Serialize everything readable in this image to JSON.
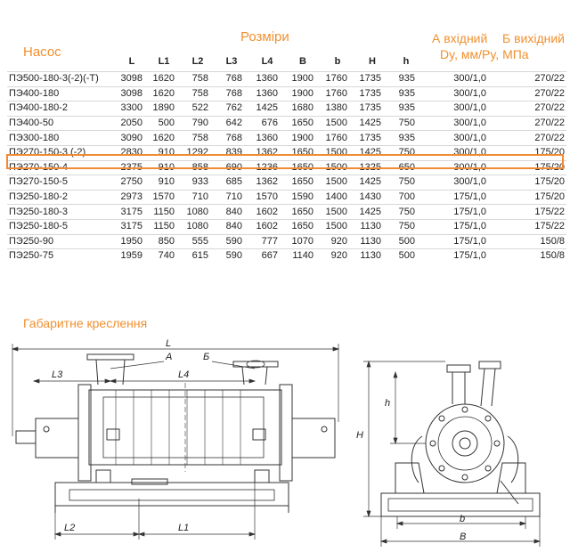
{
  "headers": {
    "pump": "Насос",
    "dimensions": "Розміри",
    "a_inlet": "А вхідний",
    "b_outlet": "Б вихідний",
    "units": "Dy, мм/Py, МПа"
  },
  "columns": [
    "L",
    "L1",
    "L2",
    "L3",
    "L4",
    "B",
    "b",
    "H",
    "h"
  ],
  "rows": [
    {
      "name": "ПЭ500-180-3(-2)(-Т)",
      "v": [
        "3098",
        "1620",
        "758",
        "768",
        "1360",
        "1900",
        "1760",
        "1735",
        "935"
      ],
      "a": "300/1,0",
      "b": "270/22"
    },
    {
      "name": "ПЭ400-180",
      "v": [
        "3098",
        "1620",
        "758",
        "768",
        "1360",
        "1900",
        "1760",
        "1735",
        "935"
      ],
      "a": "300/1,0",
      "b": "270/22"
    },
    {
      "name": "ПЭ400-180-2",
      "v": [
        "3300",
        "1890",
        "522",
        "762",
        "1425",
        "1680",
        "1380",
        "1735",
        "935"
      ],
      "a": "300/1,0",
      "b": "270/22"
    },
    {
      "name": "ПЭ400-50",
      "v": [
        "2050",
        "500",
        "790",
        "642",
        "676",
        "1650",
        "1500",
        "1425",
        "750"
      ],
      "a": "300/1,0",
      "b": "270/22"
    },
    {
      "name": "ПЭ300-180",
      "v": [
        "3090",
        "1620",
        "758",
        "768",
        "1360",
        "1900",
        "1760",
        "1735",
        "935"
      ],
      "a": "300/1,0",
      "b": "270/22"
    },
    {
      "name": "ПЭ270-150-3 (-2)",
      "v": [
        "2830",
        "910",
        "1292",
        "839",
        "1362",
        "1650",
        "1500",
        "1425",
        "750"
      ],
      "a": "300/1,0",
      "b": "175/20"
    },
    {
      "name": "ПЭ270-150-4",
      "v": [
        "2375",
        "910",
        "858",
        "690",
        "1236",
        "1650",
        "1500",
        "1325",
        "650"
      ],
      "a": "300/1,0",
      "b": "175/20"
    },
    {
      "name": "ПЭ270-150-5",
      "v": [
        "2750",
        "910",
        "933",
        "685",
        "1362",
        "1650",
        "1500",
        "1425",
        "750"
      ],
      "a": "300/1,0",
      "b": "175/20"
    },
    {
      "name": "ПЭ250-180-2",
      "v": [
        "2973",
        "1570",
        "710",
        "710",
        "1570",
        "1590",
        "1400",
        "1430",
        "700"
      ],
      "a": "175/1,0",
      "b": "175/20"
    },
    {
      "name": "ПЭ250-180-3",
      "v": [
        "3175",
        "1150",
        "1080",
        "840",
        "1602",
        "1650",
        "1500",
        "1425",
        "750"
      ],
      "a": "175/1,0",
      "b": "175/22"
    },
    {
      "name": "ПЭ250-180-5",
      "v": [
        "3175",
        "1150",
        "1080",
        "840",
        "1602",
        "1650",
        "1500",
        "1130",
        "750"
      ],
      "a": "175/1,0",
      "b": "175/22"
    },
    {
      "name": "ПЭ250-90",
      "v": [
        "1950",
        "850",
        "555",
        "590",
        "777",
        "1070",
        "920",
        "1130",
        "500"
      ],
      "a": "175/1,0",
      "b": "150/8"
    },
    {
      "name": "ПЭ250-75",
      "v": [
        "1959",
        "740",
        "615",
        "590",
        "667",
        "1140",
        "920",
        "1130",
        "500"
      ],
      "a": "175/1,0",
      "b": "150/8"
    }
  ],
  "highlighted_row": "ПЭ270-150-3 (-2)",
  "drawing": {
    "title": "Габаритне креслення",
    "labels": {
      "L": "L",
      "L1": "L1",
      "L2": "L2",
      "L3": "L3",
      "L4": "L4",
      "A": "А",
      "B_cyr": "Б",
      "H": "H",
      "h": "h",
      "b": "b",
      "B": "B"
    },
    "line_color": "#333333"
  }
}
